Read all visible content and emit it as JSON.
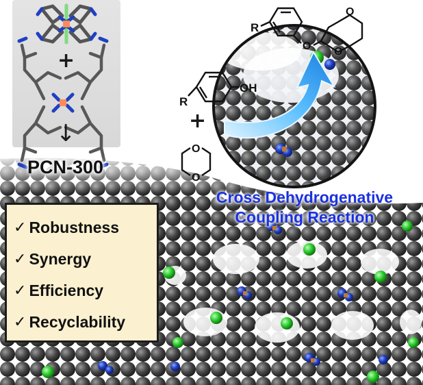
{
  "framework_name": "PCN-300",
  "plus_sign": "+",
  "reaction_title": [
    "Cross Dehydrogenative",
    "Coupling Reaction"
  ],
  "properties": [
    {
      "check": "✓",
      "label": "Robustness"
    },
    {
      "check": "✓",
      "label": "Synergy"
    },
    {
      "check": "✓",
      "label": "Efficiency"
    },
    {
      "check": "✓",
      "label": "Recyclability"
    }
  ],
  "reactants": {
    "phenol_group": "OH",
    "substituent": "R",
    "dioxane_atoms": [
      "O",
      "O"
    ]
  },
  "product": {
    "substituent": "R",
    "linker_atom": "O",
    "dioxane_atoms": [
      "O",
      "O"
    ]
  },
  "colors": {
    "title_blue": "#1a31e0",
    "box_fill": "#fbf0cf",
    "framework_carbon": "#3c3c3c",
    "framework_nitrogen": "#2040c0",
    "copper": "#c07a30",
    "chloride": "#33cc33",
    "arrow": "#2fa0ff"
  }
}
